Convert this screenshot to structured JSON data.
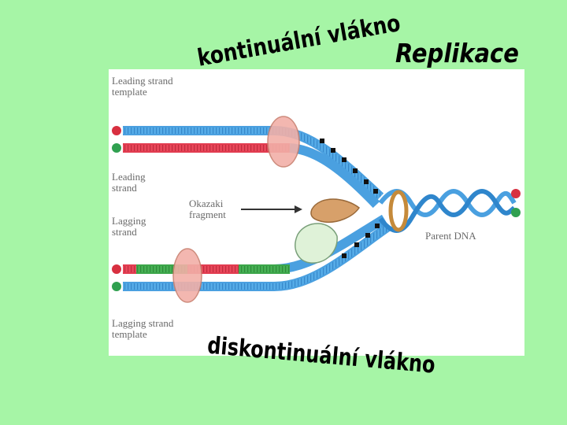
{
  "slide": {
    "title": "Replikace",
    "top_annotation": "kontinuální vlákno",
    "bottom_annotation": "diskontinuální vlákno",
    "background_color": "#a6f5a6"
  },
  "figure": {
    "labels": {
      "leading_template": "Leading strand\ntemplate",
      "leading_strand": "Leading\nstrand",
      "lagging_strand": "Lagging\nstrand",
      "okazaki": "Okazaki\nfragment",
      "lagging_template": "Lagging strand\ntemplate",
      "parent_dna": "Parent DNA"
    },
    "colors": {
      "strand_blue": "#4aa0e0",
      "strand_red": "#e23c50",
      "strand_green": "#3ca64a",
      "helicase": "#d9a068",
      "polymerase": "#f2b0a8",
      "end_red": "#d83040",
      "end_green": "#30a050"
    }
  }
}
